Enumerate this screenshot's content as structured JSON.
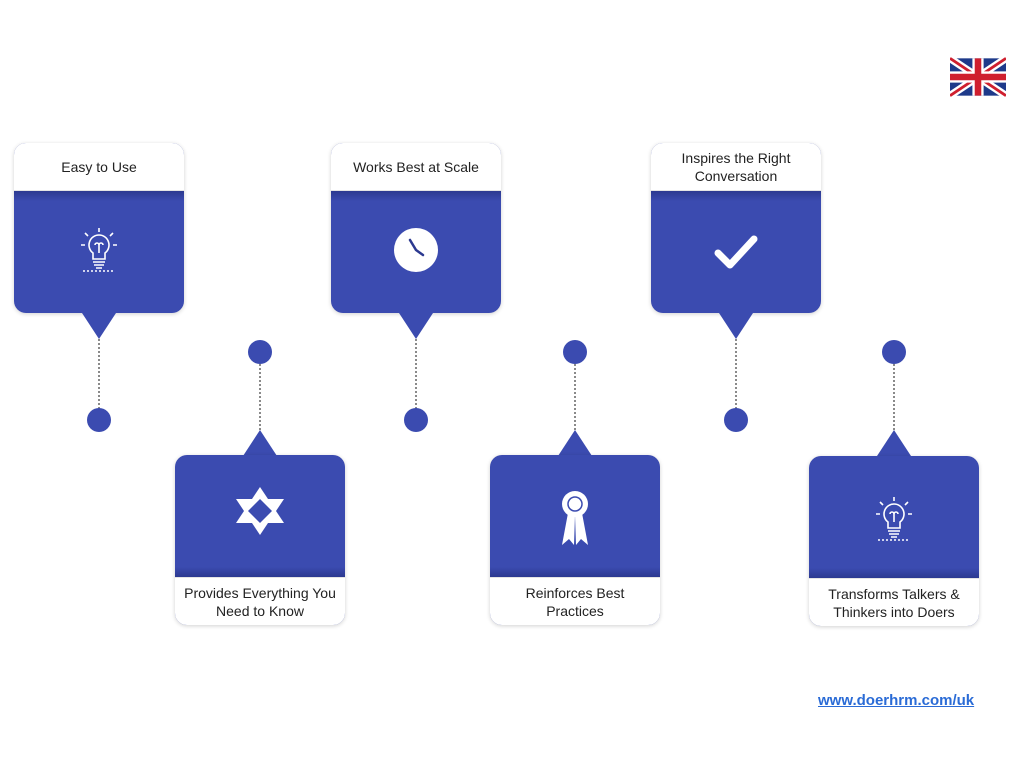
{
  "steps": [
    {
      "label": "Easy to Use",
      "icon": "lightbulb-icon"
    },
    {
      "label": "Provides Everything You Need to Know",
      "icon": "star-of-david-icon"
    },
    {
      "label": "Works Best at Scale",
      "icon": "clock-icon"
    },
    {
      "label": "Reinforces Best Practices",
      "icon": "award-ribbon-icon"
    },
    {
      "label": "Inspires the Right Conversation",
      "icon": "checkmark-icon"
    },
    {
      "label": "Transforms Talkers & Thinkers into Doers",
      "icon": "lightbulb-icon"
    }
  ],
  "footer": {
    "url": "www.doerhrm.com/uk"
  },
  "flag": {
    "icon": "uk-flag-icon"
  },
  "colors": {
    "card": "#3b4bb0",
    "link": "#2a6bd6"
  }
}
